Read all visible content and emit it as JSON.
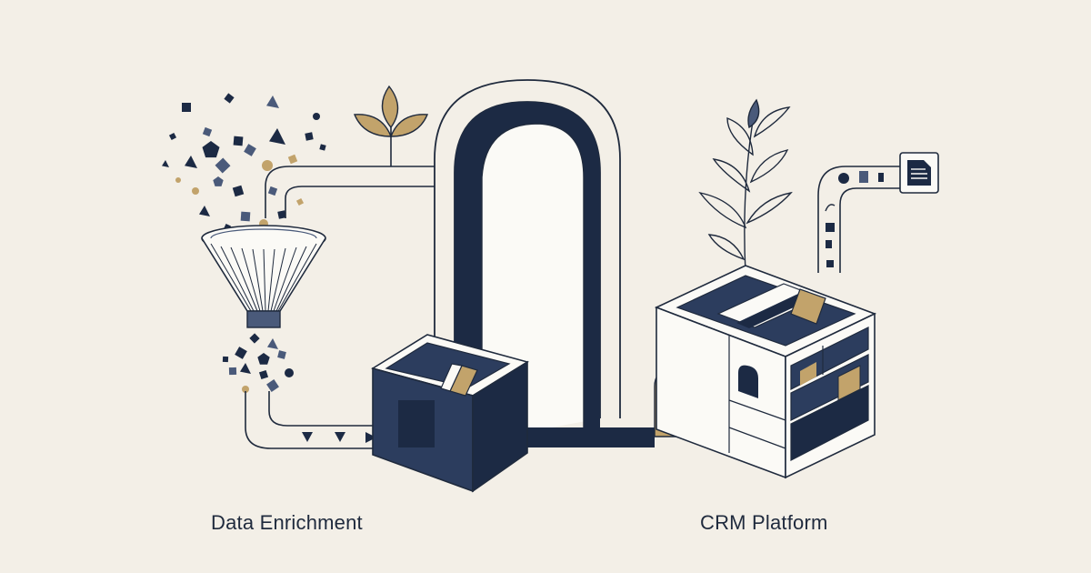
{
  "captions": {
    "left": "Data Enrichment",
    "right": "CRM Platform"
  },
  "door_sign": "open",
  "colors": {
    "background": "#f3efe7",
    "navy": "#1c2a44",
    "slate": "#4a5a7a",
    "gold": "#c2a36b",
    "line": "#1f2a3d",
    "white": "#fbfaf6"
  },
  "icons": [
    "funnel-icon",
    "sprout-icon",
    "arch-icon",
    "open-box-icon",
    "doors-icon",
    "crm-cabinet-icon",
    "plant-icon",
    "document-icon"
  ]
}
